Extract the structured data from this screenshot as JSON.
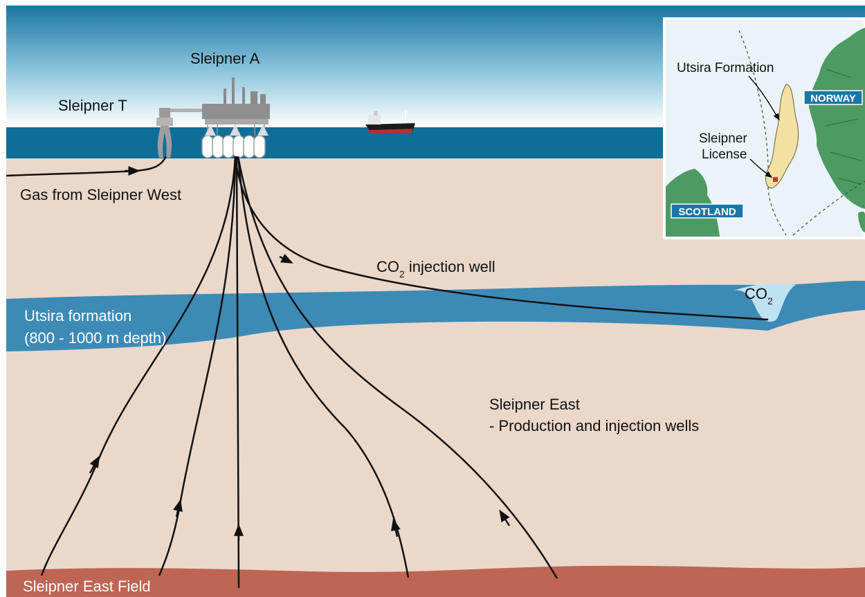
{
  "labels": {
    "sleipner_a": "Sleipner A",
    "sleipner_t": "Sleipner T",
    "gas_from_west": "Gas from Sleipner West",
    "co2_well_prefix": "CO",
    "co2_well_sub": "2",
    "co2_well_suffix": " injection well",
    "co2_plume_prefix": "CO",
    "co2_plume_sub": "2",
    "utsira_line1": "Utsira formation",
    "utsira_line2": "(800 - 1000 m depth)",
    "east_line1": "Sleipner East",
    "east_line2": "- Production and injection wells",
    "east_field": "Sleipner East Field"
  },
  "inset_map": {
    "utsira_formation": "Utsira Formation",
    "license_line1": "Sleipner",
    "license_line2": "License",
    "norway": "NORWAY",
    "scotland": "SCOTLAND"
  },
  "colors": {
    "sky_top": "#1f7fa9",
    "sea": "#0f6e98",
    "seabed": "#ead8cb",
    "utsira": "#3d8ab6",
    "co2_plume": "#bfe2f2",
    "east_field": "#bf6553",
    "land": "#4d9a62",
    "map_sea": "#eaf3f8",
    "map_formation": "#f3e0a3",
    "country_label_bg": "#1b76a8"
  }
}
